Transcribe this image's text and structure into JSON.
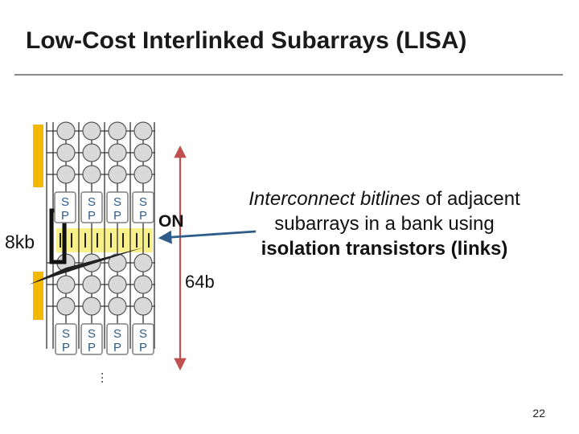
{
  "slide": {
    "title": "Low-Cost Interlinked Subarrays (LISA)",
    "page_number": "22"
  },
  "diagram": {
    "sense_amp_top": "S",
    "sense_amp_bottom": "P",
    "link_state_label": "ON",
    "row_buffer_width_label": "8kb",
    "link_width_label": "64b",
    "continuation": "…",
    "colors": {
      "subarray_bar": "#f5b800",
      "cell_fill": "#d9d9d9",
      "link_highlight": "#f8f08a",
      "bus_arrow": "#c0504d",
      "callout_arrow": "#2e5c8a",
      "sense_amp_border": "#7f7f7f"
    }
  },
  "description": {
    "line1_italic": "Interconnect bitlines",
    "line1_rest": " of adjacent",
    "line2": "subarrays in a bank using",
    "line3_bold": "isolation transistors (links)"
  }
}
